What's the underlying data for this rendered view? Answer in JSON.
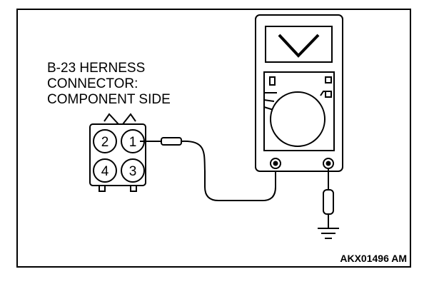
{
  "connector_label": {
    "line1": "B-23 HERNESS",
    "line2": "CONNECTOR:",
    "line3": "COMPONENT SIDE"
  },
  "connector_pins": {
    "top_left": "2",
    "top_right": "1",
    "bottom_left": "4",
    "bottom_right": "3"
  },
  "reference_code": "AKX01496 AM",
  "icons": {
    "multimeter": "voltmeter-icon",
    "meter_display": "volt-symbol-icon",
    "ground": "ground-icon",
    "probe": "probe-icon"
  },
  "colors": {
    "line": "#000000",
    "background": "#ffffff"
  }
}
